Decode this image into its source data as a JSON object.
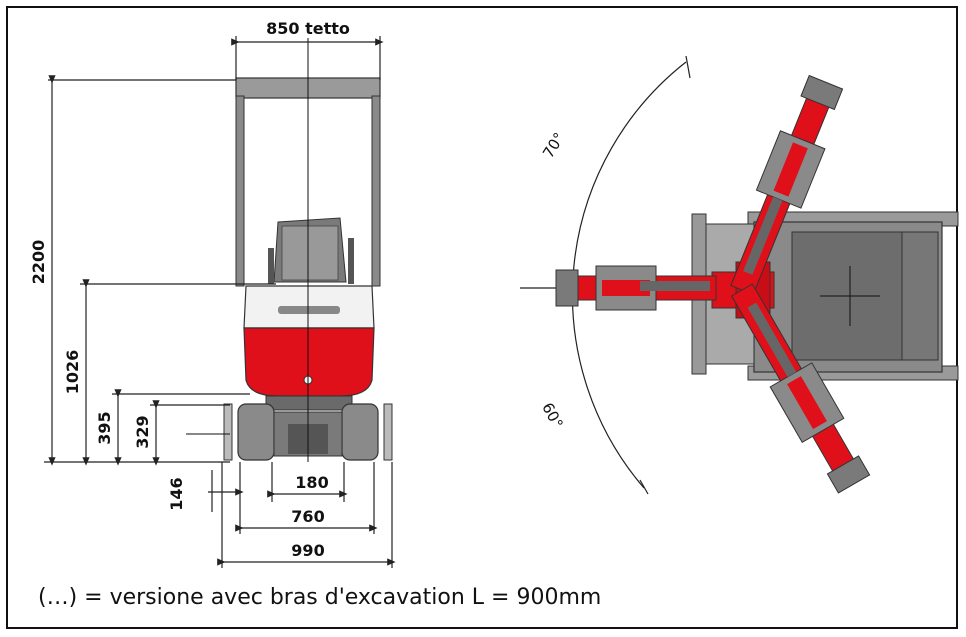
{
  "dimensions": {
    "roof_width": "850 tetto",
    "overall_height": "2200",
    "body_height": "1026",
    "track_height": "395",
    "track_inner_height": "329",
    "ground_clearance": "146",
    "track_gap": "180",
    "track_gauge": "760",
    "overall_width": "990"
  },
  "angles": {
    "left_swing": "70°",
    "right_swing": "60°"
  },
  "caption": "(…) = versione avec bras d'excavation L = 900mm",
  "colors": {
    "machine_red": "#e0101a",
    "frame_gray": "#8a8a8a",
    "dark_gray": "#4a4a4a",
    "line": "#222222"
  }
}
